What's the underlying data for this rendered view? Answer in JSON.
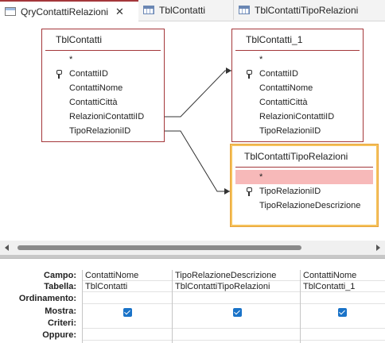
{
  "tabs": [
    {
      "label": "QryContattiRelazioni",
      "icon": "query-icon",
      "active": true,
      "close": "✕"
    },
    {
      "label": "TblContatti",
      "icon": "table-icon",
      "active": false
    },
    {
      "label": "TblContattiTipoRelazioni",
      "icon": "table-icon",
      "active": false
    }
  ],
  "tables": {
    "t1": {
      "title": "TblContatti",
      "fields": [
        "*",
        "ContattiID",
        "ContattiNome",
        "ContattiCittà",
        "RelazioniContattiID",
        "TipoRelazioniID"
      ]
    },
    "t2": {
      "title": "TblContatti_1",
      "fields": [
        "*",
        "ContattiID",
        "ContattiNome",
        "ContattiCittà",
        "RelazioniContattiID",
        "TipoRelazioniID"
      ]
    },
    "t3": {
      "title": "TblContattiTipoRelazioni",
      "fields": [
        "*",
        "TipoRelazioniID",
        "TipoRelazioneDescrizione"
      ]
    }
  },
  "grid": {
    "row_labels": [
      "Campo:",
      "Tabella:",
      "Ordinamento:",
      "Mostra:",
      "Criteri:",
      "Oppure:"
    ],
    "columns": [
      {
        "campo": "ContattiNome",
        "tabella": "TblContatti",
        "mostra": true
      },
      {
        "campo": "TipoRelazioneDescrizione",
        "tabella": "TblContattiTipoRelazioni",
        "mostra": true
      },
      {
        "campo": "ContattiNome",
        "tabella": "TblContatti_1",
        "mostra": true
      }
    ]
  },
  "colors": {
    "accent": "#a4373a",
    "selected_border": "#f5c25b",
    "highlight_row": "#f7b9b9",
    "checkbox": "#1a73c8"
  }
}
